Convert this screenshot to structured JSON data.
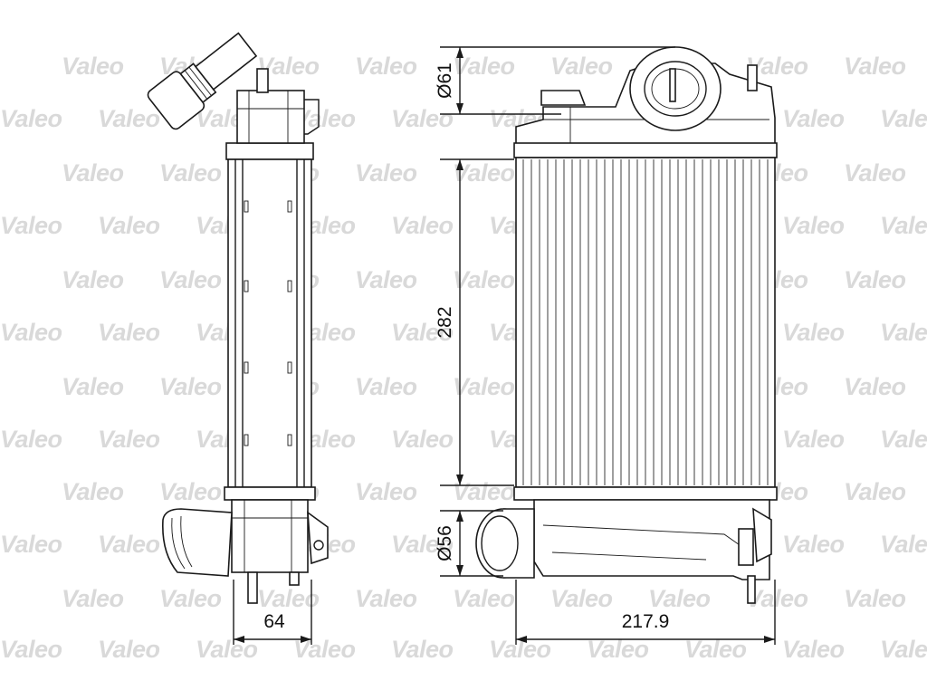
{
  "brand": {
    "watermark_text": "Valeo",
    "watermark_color": "#d9d9d9"
  },
  "drawing": {
    "line_color": "#1a1a1a",
    "dimensions": {
      "top_outlet_diameter": "Ø61",
      "core_height": "282",
      "bottom_inlet_diameter": "Ø56",
      "side_depth": "64",
      "overall_width": "217.9"
    }
  }
}
